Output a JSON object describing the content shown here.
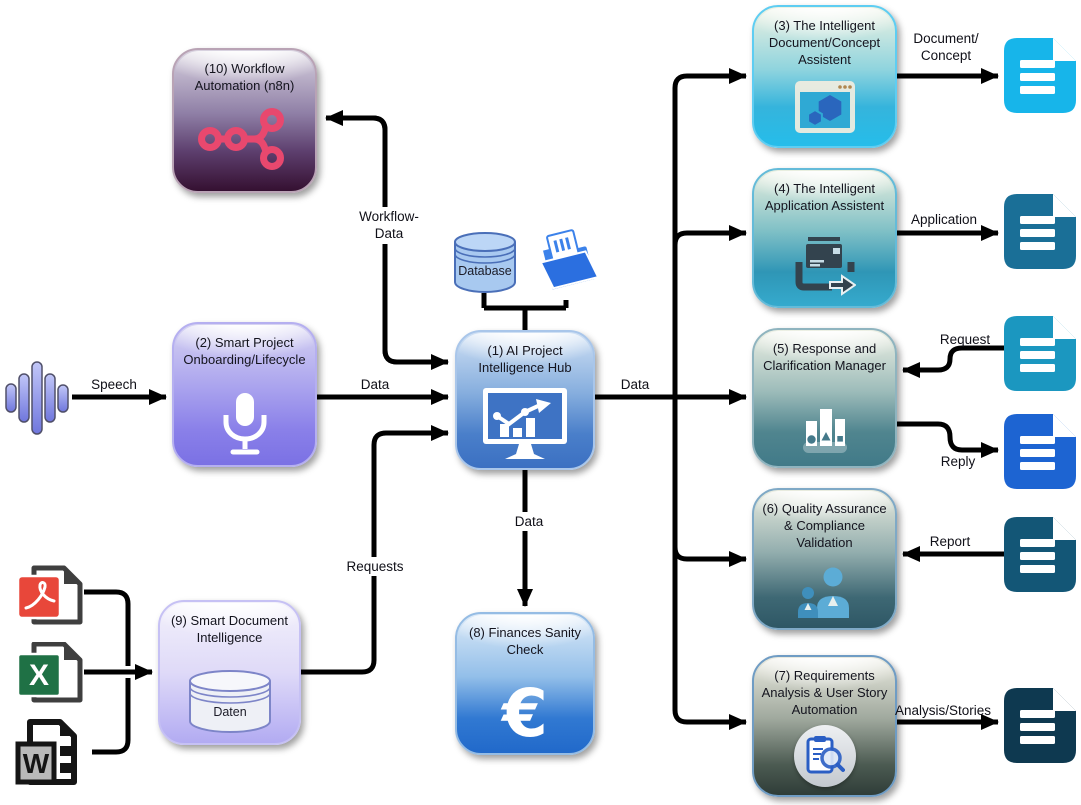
{
  "diagram": {
    "nodes": {
      "n1": {
        "label": "(1) AI Project Intelligence Hub"
      },
      "n2": {
        "label": "(2) Smart Project Onboarding/Lifecycle"
      },
      "n3": {
        "label": "(3) The Intelligent Document/Concept Assistent"
      },
      "n4": {
        "label": "(4) The Intelligent Application Assistent"
      },
      "n5": {
        "label": "(5) Response and Clarification Manager"
      },
      "n6": {
        "label": "(6) Quality Assurance & Compliance Validation"
      },
      "n7": {
        "label": "(7) Requirements Analysis & User Story Automation"
      },
      "n8": {
        "label": "(8) Finances Sanity Check",
        "symbol": "€"
      },
      "n9": {
        "label": "(9) Smart Document Intelligence",
        "cylinder_label": "Daten"
      },
      "n10": {
        "label": "(10) Workflow Automation (n8n)"
      }
    },
    "resources": {
      "database_label": "Database"
    },
    "file_icons": {
      "excel_letter": "X",
      "word_letter": "W"
    },
    "edge_labels": {
      "speech": "Speech",
      "data_in": "Data",
      "workflow_data": "Workflow-\nData",
      "requests": "Requests",
      "data_out": "Data",
      "data_down": "Data",
      "document_concept": "Document/\nConcept",
      "application": "Application",
      "request": "Request",
      "reply": "Reply",
      "report": "Report",
      "analysis_stories": "Analysis/Stories"
    },
    "colors": {
      "wire": "#000000",
      "n8n_pink": "#e8486e",
      "hub_blue": "#3b70c2",
      "onboarding_purple": "#7b71e4",
      "workflow_plum": "#351031",
      "doc_assistant_cyan": "#25bdea",
      "app_assistant_teal": "#2f96b6",
      "response_teal": "#417a88",
      "qa_slate": "#2e5765",
      "requirements_dark": "#2f3d38",
      "finance_blue": "#2169ca",
      "smart_doc_lavender": "#b2abf2",
      "database_fill": "#a8c9f0",
      "doc_document_concept": "#17b5ea",
      "doc_application": "#1a6f97",
      "doc_request": "#1b97c0",
      "doc_reply": "#1d64d2",
      "doc_report": "#135676",
      "doc_analysis": "#0e3950",
      "pdf_red": "#e8473a",
      "excel_green": "#1f7145",
      "word_black": "#151515"
    }
  }
}
